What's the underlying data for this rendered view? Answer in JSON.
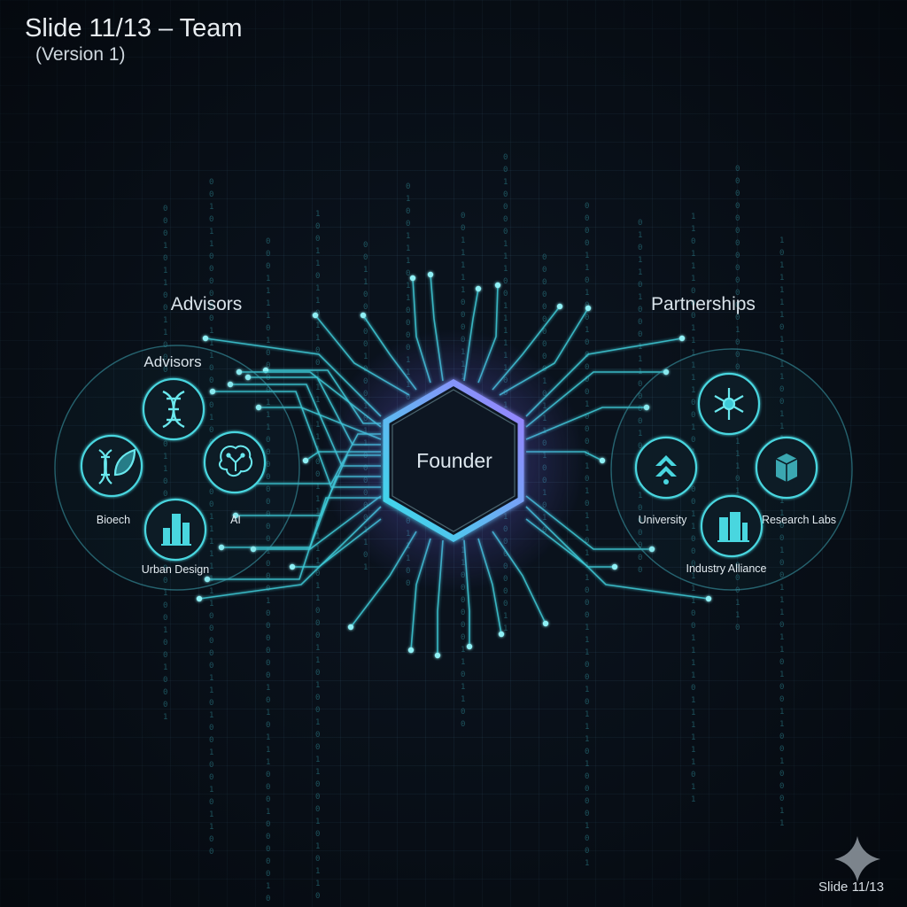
{
  "slide": {
    "title": "Slide 11/13 – Team",
    "subtitle": "(Version 1)",
    "footer": "Slide 11/13"
  },
  "sections": {
    "advisors_title": "Advisors",
    "partnerships_title": "Partnerships"
  },
  "center": {
    "label": "Founder"
  },
  "advisors": {
    "panel_title": "Advisors",
    "nodes": [
      {
        "label": "",
        "icon": "dna-icon"
      },
      {
        "label": "Bioech",
        "icon": "dna-leaf-icon"
      },
      {
        "label": "AI",
        "icon": "brain-icon"
      },
      {
        "label": "Urban Design",
        "icon": "city-buildings-icon"
      }
    ]
  },
  "partnerships": {
    "nodes": [
      {
        "label": "",
        "icon": "network-snowflake-icon"
      },
      {
        "label": "University",
        "icon": "university-arrows-icon"
      },
      {
        "label": "Research Labs",
        "icon": "cube-lab-icon"
      },
      {
        "label": "Industry Alliance",
        "icon": "office-buildings-icon"
      }
    ]
  },
  "colors": {
    "accent": "#3ec9d6",
    "glow": "#7ff4f6",
    "hex_gradient_end": "#a07bff",
    "background": "#0a121c"
  }
}
